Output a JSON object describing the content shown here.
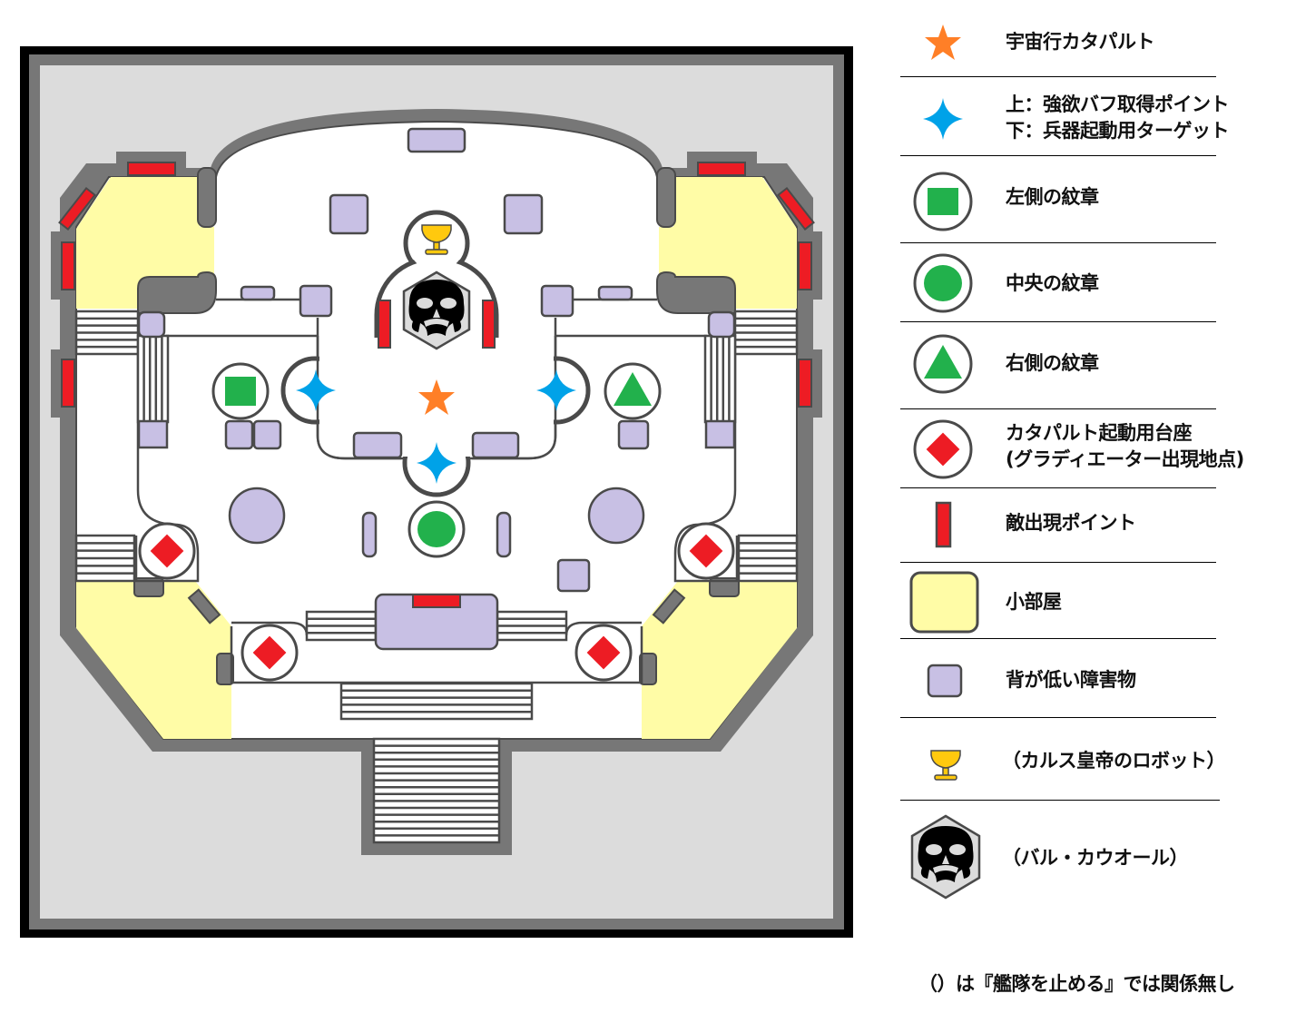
{
  "colors": {
    "wall": "#777777",
    "outline": "#4a4a4a",
    "background": "#dcdcdc",
    "room": "#fffca6",
    "obstacle": "#c8c0e4",
    "spawn": "#ed1c24",
    "emblem": "#22b14c",
    "catapult_star": "#ff7f27",
    "buff_star": "#00a2e8",
    "robot": "#ffc90e"
  },
  "legend": [
    {
      "icon": "orange-star-icon",
      "lines": [
        "宇宙行カタパルト"
      ]
    },
    {
      "icon": "blue-four-point-star-icon",
      "lines": [
        "上：強欲バフ取得ポイント",
        "下：兵器起動用ターゲット"
      ]
    },
    {
      "icon": "square-emblem-icon",
      "lines": [
        "左側の紋章"
      ]
    },
    {
      "icon": "circle-emblem-icon",
      "lines": [
        "中央の紋章"
      ]
    },
    {
      "icon": "triangle-emblem-icon",
      "lines": [
        "右側の紋章"
      ]
    },
    {
      "icon": "red-diamond-plate-icon",
      "lines": [
        "カタパルト起動用台座",
        "(グラディエーター出現地点)"
      ]
    },
    {
      "icon": "red-bar-icon",
      "lines": [
        "敵出現ポイント"
      ]
    },
    {
      "icon": "yellow-room-icon",
      "lines": [
        "小部屋"
      ]
    },
    {
      "icon": "purple-obstacle-icon",
      "lines": [
        "背が低い障害物"
      ]
    },
    {
      "icon": "golden-chalice-icon",
      "lines": [
        "（カルス皇帝のロボット）"
      ]
    },
    {
      "icon": "skull-hexagon-icon",
      "lines": [
        "（バル・カウオール）"
      ]
    }
  ],
  "footnote": "（）は『艦隊を止める』では関係無し"
}
